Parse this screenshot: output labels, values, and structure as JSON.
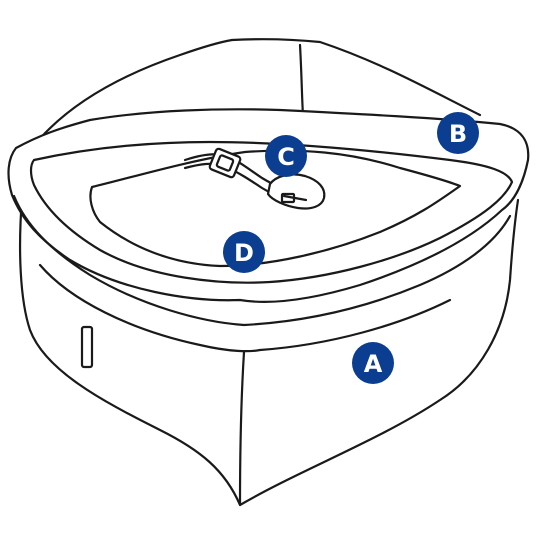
{
  "colors": {
    "marker_fill": "#0b3d91",
    "marker_text": "#ffffff",
    "line": "#1a1a1a"
  },
  "markers": [
    {
      "label": "A"
    },
    {
      "label": "B"
    },
    {
      "label": "C"
    },
    {
      "label": "D"
    }
  ]
}
